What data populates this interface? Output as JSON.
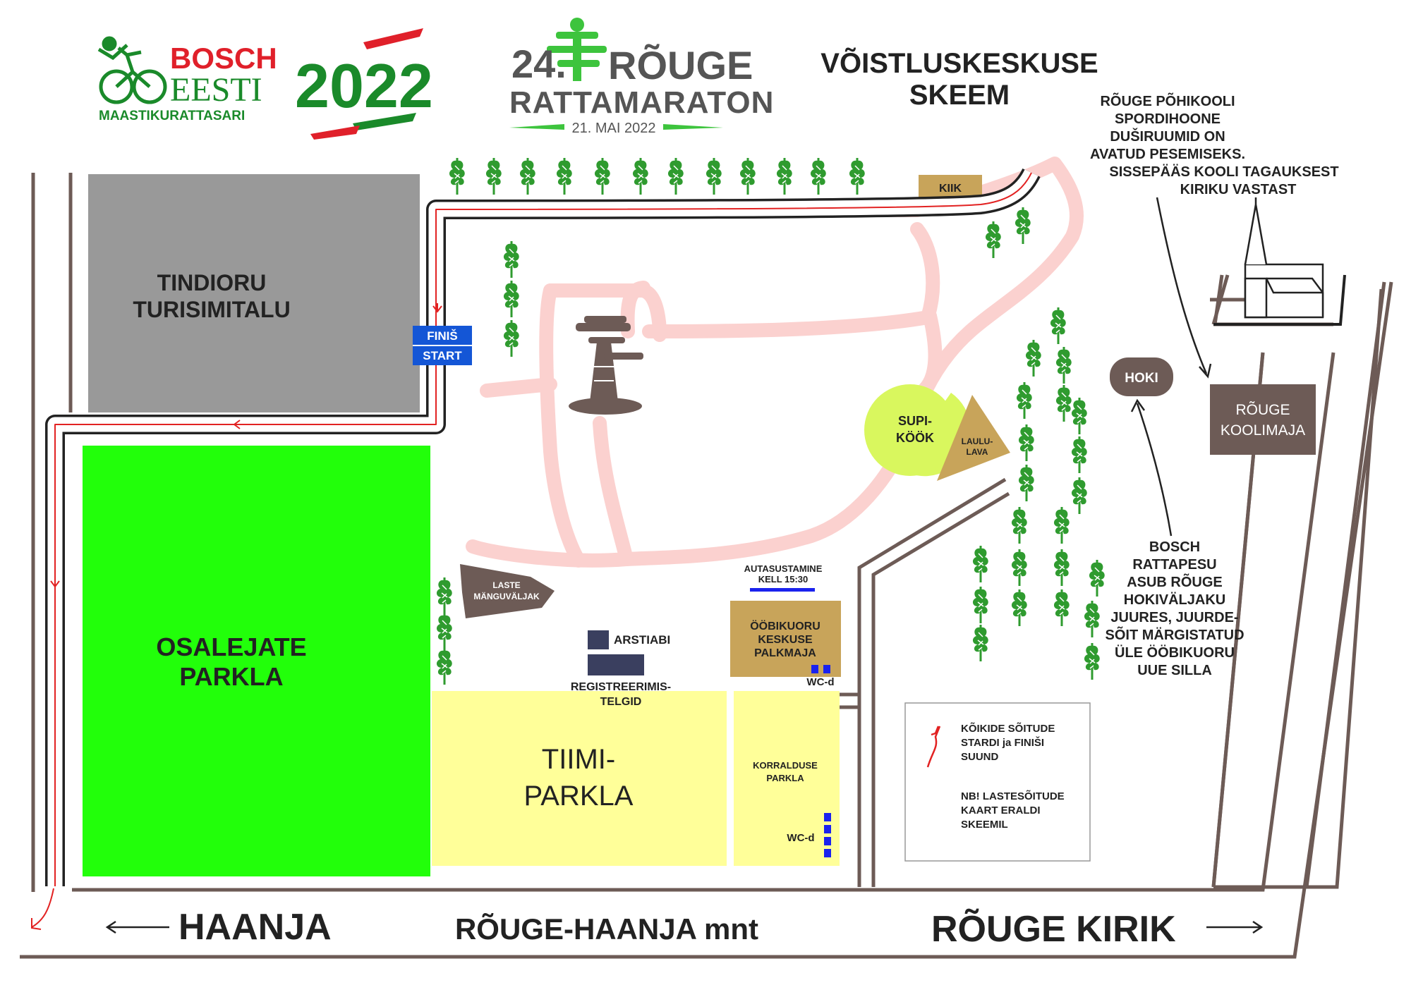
{
  "header": {
    "series_brand": "BOSCH",
    "series_name": "EESTI",
    "series_sub": "MAASTIKURATTASARI",
    "series_year": "2022",
    "event_number": "24.",
    "event_place": "RÕUGE",
    "event_name": "RATTAMARATON",
    "event_date": "21. MAI 2022",
    "title_line1": "VÕISTLUSKESKUSE",
    "title_line2": "SKEEM"
  },
  "areas": {
    "tindioru": [
      "TINDIORU",
      "TURISIMITALU"
    ],
    "parking_participants": [
      "OSALEJATE",
      "PARKLA"
    ],
    "team_parking": [
      "TIIMI-",
      "PARKLA"
    ],
    "staff_parking": [
      "KORRALDUSE",
      "PARKLA"
    ],
    "cabin": [
      "ÖÖBIKUORU",
      "KESKUSE",
      "PALKMAJA"
    ],
    "award_ceremony": [
      "AUTASUSTAMINE",
      "KELL 15:30"
    ],
    "soup_kitchen": [
      "SUPI-",
      "KÖÖK"
    ],
    "song_stage": [
      "LAULU-",
      "LAVA"
    ],
    "playground": [
      "LASTE",
      "MÄNGUVÄLJAK"
    ],
    "first_aid": "ARSTIABI",
    "registration": [
      "REGISTREERIMIS-",
      "TELGID"
    ],
    "wc_1": "WC-d",
    "wc_2": "WC-d",
    "swing": "KIIK",
    "hockey": "HOKI",
    "school_house": [
      "RÕUGE",
      "KOOLIMAJA"
    ],
    "finish": "FINIŠ",
    "start": "START"
  },
  "notes": {
    "showers": [
      "RÕUGE PÕHIKOOLI",
      "SPORDIHOONE",
      "DUŠIRUUMID ON",
      "AVATUD PESEMISEKS.",
      "SISSEPÄÄS KOOLI TAGAUKSEST",
      "KIRIKU VASTAST"
    ],
    "bike_wash": [
      "BOSCH",
      "RATTAPESU",
      "ASUB RÕUGE",
      "HOKIVÄLJAKU",
      "JUURES, JUURDE-",
      "SÕIT MÄRGISTATUD",
      "ÜLE ÖÖBIKUORU",
      "UUE SILLA"
    ]
  },
  "legend": {
    "route": [
      "KÕIKIDE SÕITUDE",
      "STARDI ja FINIŠI",
      "SUUND"
    ],
    "kids": [
      "NB! LASTESÕITUDE",
      "KAART ERALDI",
      "SKEEMIL"
    ]
  },
  "roads": {
    "left": "HAANJA",
    "center": "RÕUGE-HAANJA mnt",
    "right": "RÕUGE KIRIK"
  },
  "colors": {
    "participants_parking": "#22ff0a",
    "team_parking": "#ffff99",
    "tindioru": "#999999",
    "brown": "#6d5b56",
    "tan": "#c8a45a",
    "path_pink": "#fbd1cf",
    "soup": "#d9f75e",
    "route_red": "#e22222",
    "finish_blue": "#1456d6",
    "dark_navy": "#3a3f5f",
    "tree_green": "#2f9b2f",
    "logo_red": "#e0202a",
    "logo_green": "#1a8a2a"
  }
}
